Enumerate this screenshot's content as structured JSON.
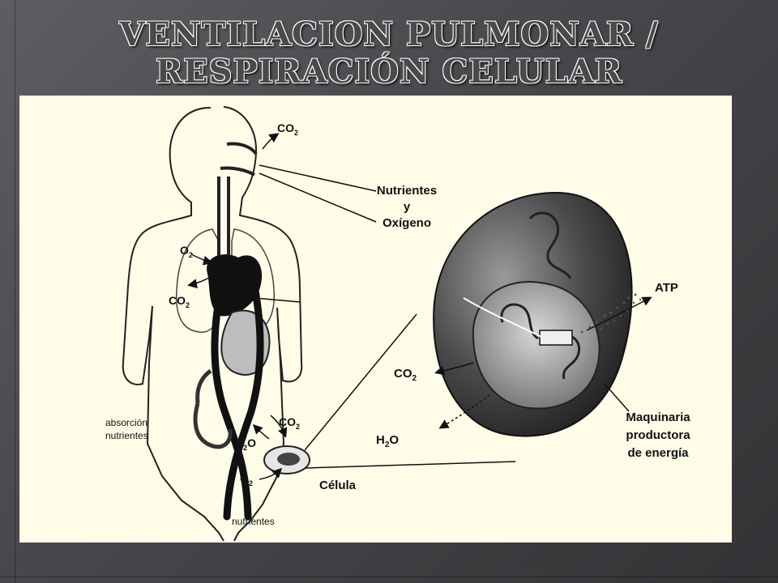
{
  "slide": {
    "title_line1": "VENTILACION PULMONAR  /",
    "title_line2": "RESPIRACIÓN CELULAR"
  },
  "diagram": {
    "labels": {
      "co2_exhale_main": "CO",
      "co2_exhale_sub": "2",
      "nutrientes_line1": "Nutrientes",
      "nutrientes_line2": "y",
      "nutrientes_line3": "Oxígeno",
      "o2_lung_main": "O",
      "o2_lung_sub": "2",
      "co2_lung_main": "CO",
      "co2_lung_sub": "2",
      "atp": "ATP",
      "co2_mito_main": "CO",
      "co2_mito_sub": "2",
      "h2o_mito_main": "H",
      "h2o_mito_sub": "2",
      "h2o_mito_end": "O",
      "maquinaria_line1": "Maquinaria",
      "maquinaria_line2": "productora",
      "maquinaria_line3": "de energía",
      "absorcion_line1": "absorción",
      "absorcion_line2": "nutrientes",
      "co2_cell_main": "CO",
      "co2_cell_sub": "2",
      "h2o_cell_main": "H",
      "h2o_cell_sub": "2",
      "h2o_cell_end": "O",
      "o2_cell_main": "O",
      "o2_cell_sub": "2",
      "celula": "Célula",
      "nutrientes_bottom": "nutrientes"
    }
  }
}
